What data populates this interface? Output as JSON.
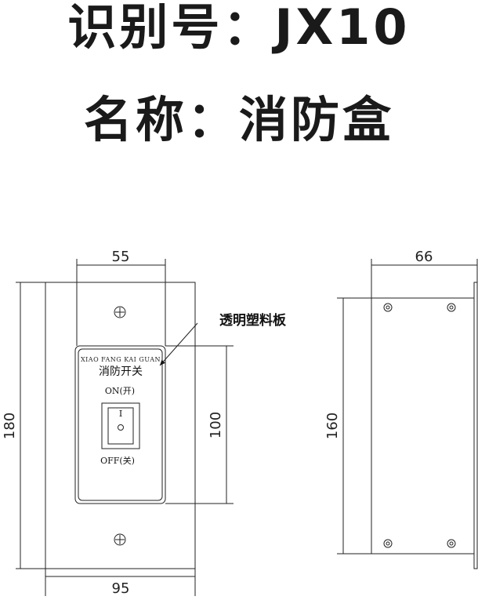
{
  "header": {
    "id_line": "识别号：JX10",
    "name_line": "名称：消防盒"
  },
  "front_view": {
    "width_top": "55",
    "width_bottom": "95",
    "height_left": "180",
    "height_inner": "100",
    "plate_brand": "XIAO FANG KAI GUAN",
    "plate_title": "消防开关",
    "on_label": "ON(开)",
    "off_label": "OFF(关)",
    "switch_mark": "I",
    "annotation": "透明塑料板"
  },
  "side_view": {
    "depth_top": "66",
    "height_left": "160"
  }
}
